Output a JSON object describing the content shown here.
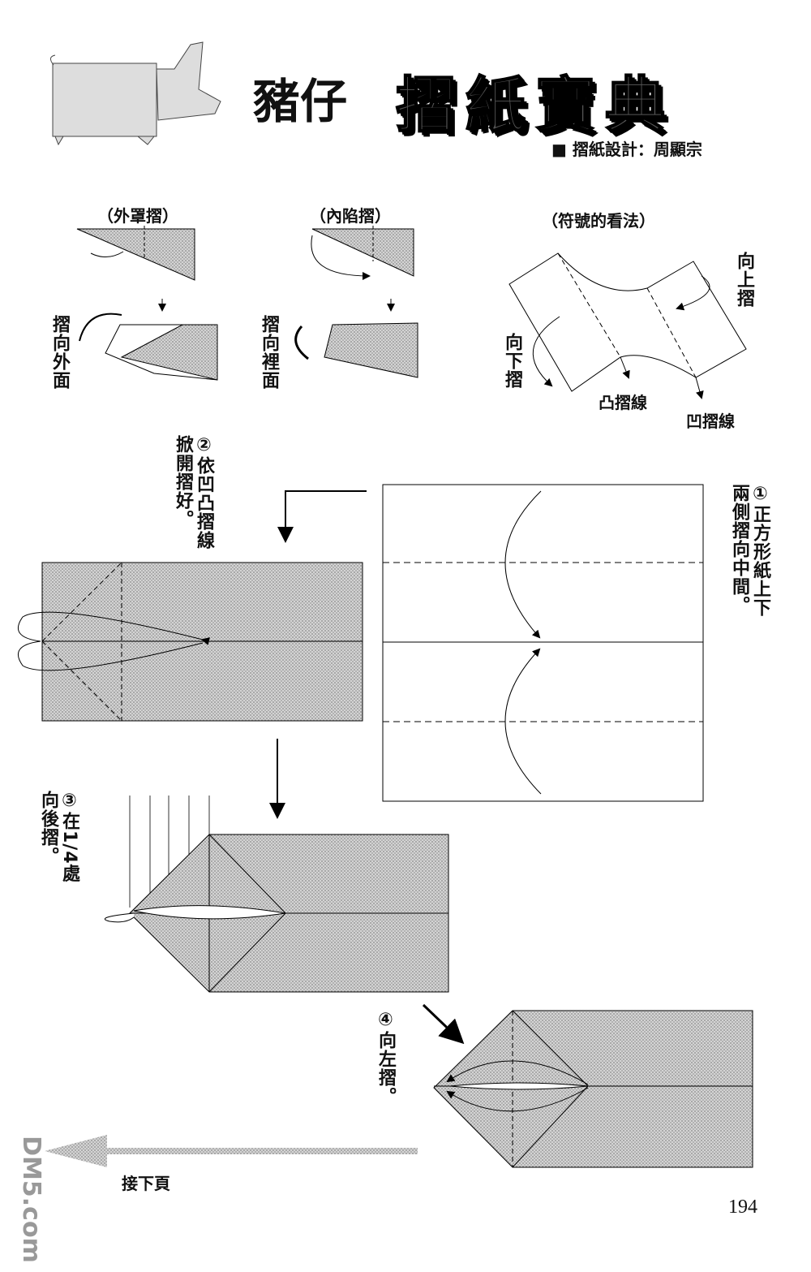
{
  "header": {
    "title_subject": "豬仔",
    "title_book": "摺紙寶典",
    "credit": "■ 摺紙設計：周顯宗"
  },
  "legend": {
    "outside_reverse": {
      "title": "（外罩摺）",
      "note": "摺向外面"
    },
    "inside_reverse": {
      "title": "（內陷摺）",
      "note": "摺向裡面"
    },
    "symbols": {
      "title": "（符號的看法）",
      "fold_up": "向上摺",
      "fold_down": "向下摺",
      "mountain_line": "凸摺線",
      "valley_line": "凹摺線"
    }
  },
  "steps": [
    {
      "number": "①",
      "lines": [
        "正方形紙上下",
        "兩側摺向中間。"
      ]
    },
    {
      "number": "②",
      "lines": [
        "依凹凸摺線",
        "掀開摺好。"
      ]
    },
    {
      "number": "③",
      "lines": [
        "在1/4處",
        "向後摺。"
      ]
    },
    {
      "number": "④",
      "lines": [
        "向左摺。"
      ]
    }
  ],
  "footer": {
    "continue": "接下頁",
    "page_number": "194",
    "watermark": "DM5.com"
  }
}
